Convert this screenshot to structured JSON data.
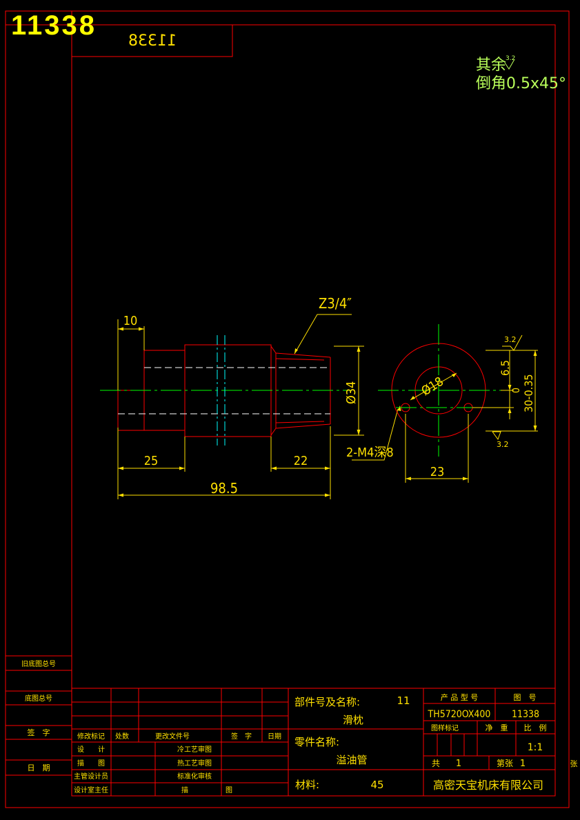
{
  "drawing_number_large": "11338",
  "drawing_number_mirrored": "11338",
  "notes": {
    "line1": "其余",
    "roughness": "3.2",
    "line2": "倒角0.5x45°"
  },
  "dimensions": {
    "d10": "10",
    "thread": "Z3/4″",
    "dia34": "Ø34",
    "d25": "25",
    "d22": "22",
    "d98_5": "98.5",
    "holes": "2-M4深8",
    "dia18": "Ø18",
    "d23": "23",
    "d6_5": "6.5",
    "d0": "0",
    "d30": "30-0.35",
    "rough_top": "3.2",
    "rough_bottom": "3.2"
  },
  "left_strip": {
    "old_drawing_no": "旧底图总号",
    "base_drawing_no": "底图总号",
    "signature": "签　字",
    "date": "日　期"
  },
  "revision_table": {
    "headers": [
      "修改标记",
      "处数",
      "更改文件号",
      "签　字",
      "日期"
    ],
    "rows": [
      [
        "设　　计",
        "",
        "冷工艺审图"
      ],
      [
        "描　　图",
        "",
        "热工艺审图"
      ],
      [
        "主管设计员",
        "",
        "标准化审核"
      ],
      [
        "设计室主任",
        "",
        "描",
        "图"
      ]
    ]
  },
  "title_block": {
    "assembly_label": "部件号及名称:",
    "assembly_no": "11",
    "assembly_name": "滑枕",
    "part_label": "零件名称:",
    "part_name": "溢油管",
    "material_label": "材料:",
    "material": "45",
    "product_model_label": "产 品 型 号",
    "drawing_no_label": "图　号",
    "product_model": "TH5720OX400",
    "drawing_no": "11338",
    "stage_mark_label": "图样标记",
    "weight_label": "净　重",
    "scale_label": "比　例",
    "scale": "1:1",
    "total_label": "共",
    "total_sheets": "1",
    "sheet_label": "第张",
    "sheet_no": "1",
    "company": "高密天宝机床有限公司",
    "side_mark": "张"
  },
  "colors": {
    "frame": "#ff0000",
    "dimension": "#ffe000",
    "part": "#ff0000",
    "center": "#00ff00",
    "hidden": "#00ffff",
    "note": "#b9ff5a",
    "text": "#ffe000"
  }
}
